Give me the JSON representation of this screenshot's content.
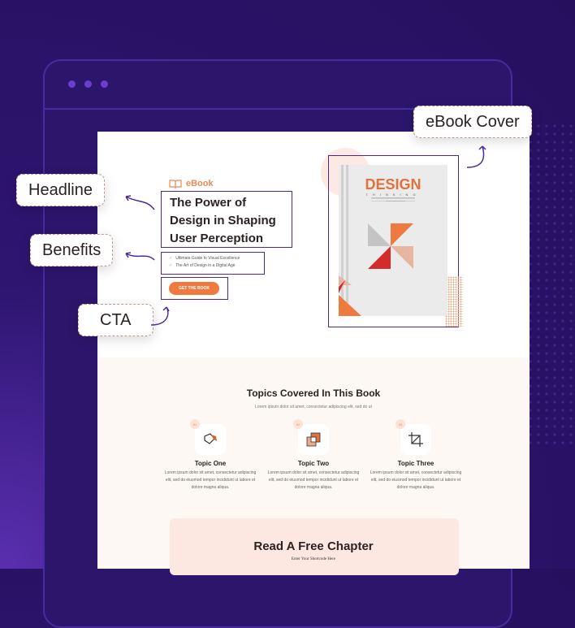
{
  "labels": {
    "headline": "Headline",
    "benefits": "Benefits",
    "cta": "CTA",
    "cover": "eBook Cover"
  },
  "hero": {
    "tag": "eBook",
    "title": "The Power of Design in Shaping User Perception",
    "benefits": [
      "Ultimate Guide to Visual Excellence",
      "The Art of Design in a Digital Age"
    ],
    "cta": "GET THE BOOK"
  },
  "book": {
    "title": "DESIGN",
    "subtitle": "THINKING"
  },
  "topics": {
    "title": "Topics Covered In This Book",
    "subtitle": "Lorem ipsum dolor sit amet, consectetur adipiscing elit, sed do ut",
    "items": [
      {
        "num": "01",
        "title": "Topic One",
        "desc": "Lorem ipsum dolor sit amet, consectetur adipiscing elit, sed do eiusmod tempor incididunt ut labore et dolore magna aliqua."
      },
      {
        "num": "02",
        "title": "Topic Two",
        "desc": "Lorem ipsum dolor sit amet, consectetur adipiscing elit, sed do eiusmod tempor incididunt ut labore et dolore magna aliqua."
      },
      {
        "num": "03",
        "title": "Topic Three",
        "desc": "Lorem ipsum dolor sit amet, consectetur adipiscing elit, sed do eiusmod tempor incididunt ut labore et dolore magna aliqua."
      }
    ]
  },
  "chapter": {
    "title": "Read A Free Chapter",
    "subtitle": "Enter Your Shortcode Here"
  }
}
